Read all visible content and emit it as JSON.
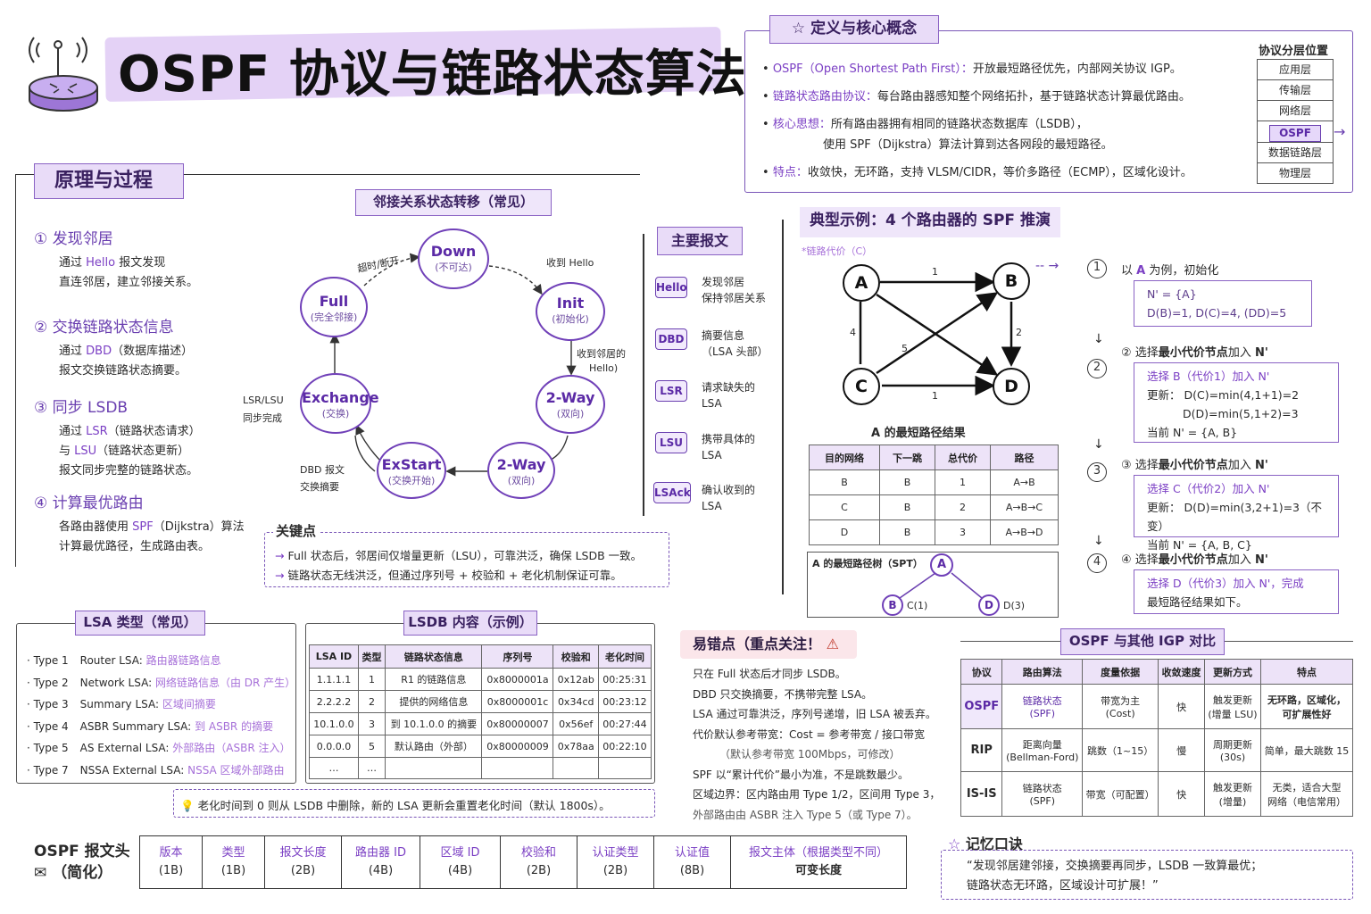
{
  "title": "OSPF 协议与链路状态算法",
  "definition": {
    "header": "定义与核心概念",
    "lines": [
      {
        "a": "OSPF（Open Shortest Path First）：",
        "b": "开放最短路径优先，内部网关协议 IGP。"
      },
      {
        "a": "链路状态路由协议：",
        "b": "每台路由器感知整个网络拓扑，基于链路状态计算最优路由。"
      },
      {
        "a": "核心思想：",
        "b": "所有路由器拥有相同的链路状态数据库（LSDB），"
      },
      {
        "a": "",
        "b": "使用 SPF（Dijkstra）算法计算到达各网段的最短路径。"
      },
      {
        "a": "特点：",
        "b": "收敛快，无环路，支持 VLSM/CIDR，等价多路径（ECMP），区域化设计。"
      }
    ],
    "stack_title": "协议分层位置",
    "stack": [
      "应用层",
      "传输层",
      "网络层",
      "OSPF",
      "数据链路层",
      "物理层"
    ]
  },
  "principle": {
    "header": "原理与过程",
    "steps": [
      {
        "no": "①",
        "t": "发现邻居",
        "l1": "通过 Hello 报文发现",
        "l2": "直连邻居，建立邻接关系。",
        "l3": ""
      },
      {
        "no": "②",
        "t": "交换链路状态信息",
        "l1": "通过 DBD（数据库描述）",
        "l2": "报文交换链路状态摘要。",
        "l3": ""
      },
      {
        "no": "③",
        "t": "同步 LSDB",
        "l1": "通过 LSR（链路状态请求）",
        "l2": "与 LSU（链路状态更新）",
        "l3": "报文同步完整的链路状态。"
      },
      {
        "no": "④",
        "t": "计算最优路由",
        "l1": "各路由器使用 SPF（Dijkstra）算法",
        "l2": "计算最优路径，生成路由表。",
        "l3": ""
      }
    ]
  },
  "fsm": {
    "title": "邻接关系状态转移（常见）",
    "states": [
      {
        "n": "Down",
        "s": "(不可达)"
      },
      {
        "n": "Init",
        "s": "(初始化)"
      },
      {
        "n": "2-Way",
        "s": "(双向)"
      },
      {
        "n": "2-Way",
        "s": "(双向)"
      },
      {
        "n": "ExStart",
        "s": "(交换开始)"
      },
      {
        "n": "Exchange",
        "s": "(交换)"
      },
      {
        "n": "Full",
        "s": "(完全邻接)"
      }
    ],
    "labels": [
      "超时/断开",
      "收到 Hello",
      "收到邻居的",
      "Hello)",
      "LSR/LSU",
      "同步完成",
      "DBD 报文",
      "交换摘要"
    ]
  },
  "messages": {
    "header": "主要报文",
    "items": [
      {
        "tag": "Hello",
        "l1": "发现邻居",
        "l2": "保持邻居关系"
      },
      {
        "tag": "DBD",
        "l1": "摘要信息",
        "l2": "（LSA 头部）"
      },
      {
        "tag": "LSR",
        "l1": "请求缺失的",
        "l2": "LSA"
      },
      {
        "tag": "LSU",
        "l1": "携带具体的",
        "l2": "LSA"
      },
      {
        "tag": "LSAck",
        "l1": "确认收到的",
        "l2": "LSA"
      }
    ]
  },
  "key_points": {
    "title": "关键点",
    "l1": "Full 状态后，邻居间仅增量更新（LSU），可靠洪泛，确保 LSDB 一致。",
    "l2": "链路状态无线洪泛，但通过序列号 + 校验和 + 老化机制保证可靠。"
  },
  "example": {
    "header": "典型示例：4 个路由器的 SPF 推演",
    "cost_note": "*链路代价（C）",
    "nodes": [
      "A",
      "B",
      "C",
      "D"
    ],
    "edges": [
      {
        "w": "1"
      },
      {
        "w": "4"
      },
      {
        "w": "2"
      },
      {
        "w": "1"
      },
      {
        "w": "5"
      }
    ],
    "result_title": "A 的最短路径结果",
    "result_cols": [
      "目的网络",
      "下一跳",
      "总代价",
      "路径"
    ],
    "result_rows": [
      [
        "B",
        "B",
        "1",
        "A→B"
      ],
      [
        "C",
        "B",
        "2",
        "A→B→C"
      ],
      [
        "D",
        "B",
        "3",
        "A→B→D"
      ]
    ],
    "tree_title": "A 的最短路径树（SPT）",
    "tree": [
      {
        "n": "A",
        "c": ""
      },
      {
        "n": "B",
        "c": "C(1)"
      },
      {
        "n": "D",
        "c": "D(3)"
      }
    ],
    "steps": [
      {
        "no": "1",
        "t": "以 A 为例，初始化",
        "b1": "N' = {A}",
        "b2": "D(B)=1,  D(C)=4,  (DD)=5",
        "b3": "",
        "b4": ""
      },
      {
        "no": "2",
        "t": "选择最小代价节点加入 N'",
        "b1": "选择 B（代价1）加入 N'",
        "b2": "更新： D(C)=min(4,1+1)=2",
        "b3": "D(D)=min(5,1+2)=3",
        "b4": "当前 N' = {A, B}"
      },
      {
        "no": "3",
        "t": "选择最小代价节点加入 N'",
        "b1": "选择 C（代价2）加入 N'",
        "b2": "更新： D(D)=min(3,2+1)=3（不变）",
        "b3": "当前 N' = {A, B, C}",
        "b4": ""
      },
      {
        "no": "4",
        "t": "选择最小代价节点加入 N'",
        "b1": "选择 D（代价3）加入 N'，完成",
        "b2": "最短路径结果如下。",
        "b3": "",
        "b4": ""
      }
    ]
  },
  "lsa": {
    "header": "LSA 类型（常见）",
    "rows": [
      {
        "t": "Type 1",
        "n": "Router LSA:",
        "d": "路由器链路信息"
      },
      {
        "t": "Type 2",
        "n": "Network LSA:",
        "d": "网络链路信息（由 DR 产生）"
      },
      {
        "t": "Type 3",
        "n": "Summary LSA:",
        "d": "区域间摘要"
      },
      {
        "t": "Type 4",
        "n": "ASBR Summary LSA:",
        "d": "到 ASBR 的摘要"
      },
      {
        "t": "Type 5",
        "n": "AS External LSA:",
        "d": "外部路由（ASBR 注入）"
      },
      {
        "t": "Type 7",
        "n": "NSSA External LSA:",
        "d": "NSSA 区域外部路由"
      }
    ]
  },
  "lsdb": {
    "header": "LSDB 内容（示例）",
    "cols": [
      "LSA ID",
      "类型",
      "链路状态信息",
      "序列号",
      "校验和",
      "老化时间"
    ],
    "rows": [
      [
        "1.1.1.1",
        "1",
        "R1 的链路信息",
        "0x8000001a",
        "0x12ab",
        "00:25:31"
      ],
      [
        "2.2.2.2",
        "2",
        "提供的网络信息",
        "0x8000001c",
        "0x34cd",
        "00:23:12"
      ],
      [
        "10.1.0.0",
        "3",
        "到 10.1.0.0 的摘要",
        "0x80000007",
        "0x56ef",
        "00:27:44"
      ],
      [
        "0.0.0.0",
        "5",
        "默认路由（外部）",
        "0x80000009",
        "0x78aa",
        "00:22:10"
      ],
      [
        "…",
        "…",
        "",
        "",
        "",
        ""
      ]
    ],
    "note": "老化时间到 0 则从 LSDB 中删除，新的 LSA 更新会重置老化时间（默认 1800s）。"
  },
  "pitfalls": {
    "header": "易错点（重点关注！",
    "items": [
      "只在 Full 状态后才同步 LSDB。",
      "DBD 只交换摘要，不携带完整 LSA。",
      "LSA 通过可靠洪泛，序列号递增，旧 LSA 被丢弃。",
      "代价默认参考带宽：Cost = 参考带宽 / 接口带宽",
      "（默认参考带宽 100Mbps，可修改）",
      "SPF 以“累计代价”最小为准，不是跳数最少。",
      "区域边界：区内路由用 Type 1/2，区间用 Type 3，",
      "外部路由由 ASBR 注入 Type 5（或 Type 7）。"
    ]
  },
  "compare": {
    "header": "OSPF 与其他 IGP 对比",
    "cols": [
      "协议",
      "路由算法",
      "度量依据",
      "收敛速度",
      "更新方式",
      "特点"
    ],
    "rows": [
      [
        "OSPF",
        "链路状态\n(SPF)",
        "带宽为主\n(Cost)",
        "快",
        "触发更新\n(增量 LSU)",
        "无环路，区域化，\n可扩展性好"
      ],
      [
        "RIP",
        "距离向量\n(Bellman-Ford)",
        "跳数（1~15）",
        "慢",
        "周期更新\n(30s)",
        "简单，最大跳数 15"
      ],
      [
        "IS-IS",
        "链路状态\n(SPF)",
        "带宽（可配置）",
        "快",
        "触发更新\n(增量)",
        "无类，适合大型\n网络（电信常用）"
      ]
    ]
  },
  "format": {
    "title1": "OSPF 报文头",
    "title2": "（简化）",
    "fields": [
      {
        "n": "版本",
        "s": "(1B)"
      },
      {
        "n": "类型",
        "s": "(1B)"
      },
      {
        "n": "报文长度",
        "s": "(2B)"
      },
      {
        "n": "路由器 ID",
        "s": "(4B)"
      },
      {
        "n": "区域 ID",
        "s": "(4B)"
      },
      {
        "n": "校验和",
        "s": "(2B)"
      },
      {
        "n": "认证类型",
        "s": "(2B)"
      },
      {
        "n": "认证值",
        "s": "(8B)"
      },
      {
        "n": "报文主体（根据类型不同）",
        "s": "可变长度"
      }
    ]
  },
  "memo": {
    "title": "记忆口诀",
    "l1": "“发现邻居建邻接，交换摘要再同步，LSDB 一致算最优；",
    "l2": "链路状态无环路，区域设计可扩展！”"
  }
}
